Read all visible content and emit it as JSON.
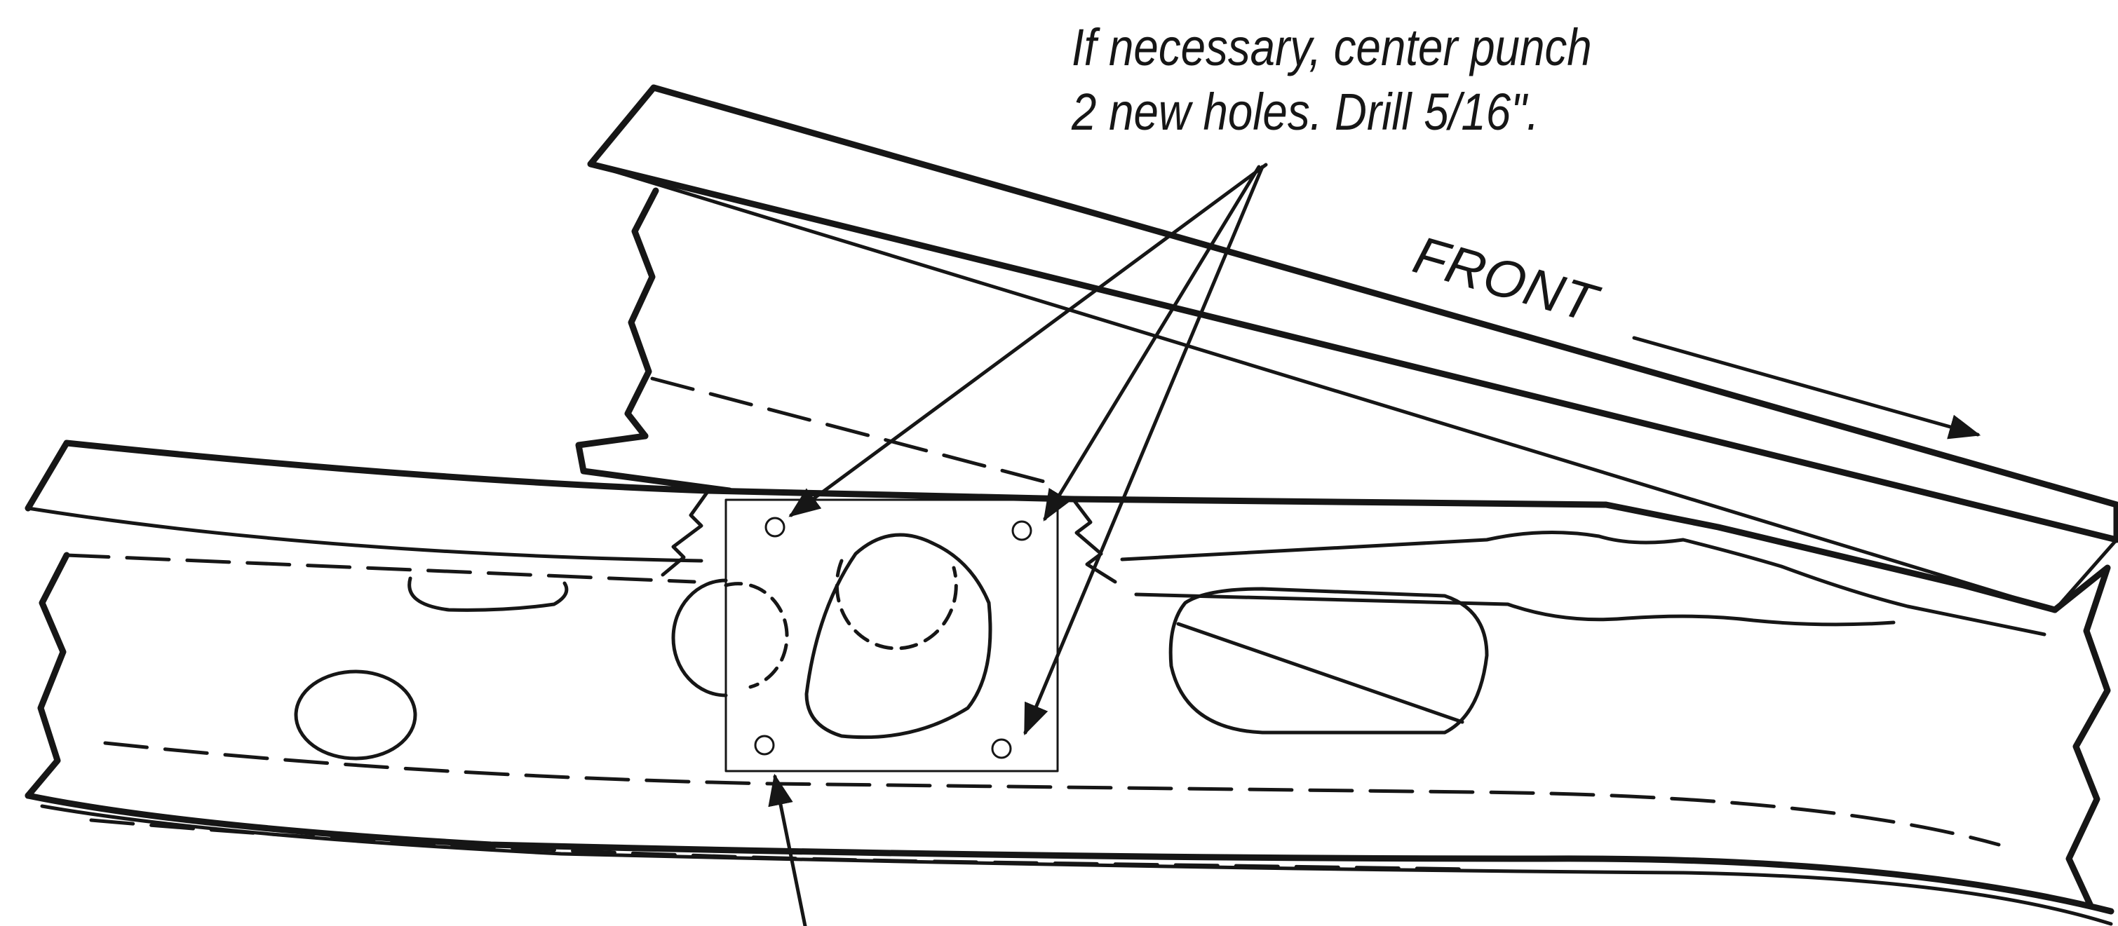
{
  "annotations": {
    "note_line1": "If necessary, center punch",
    "note_line2": "2 new holes. Drill 5/16\".",
    "front": "FRONT"
  },
  "colors": {
    "ink": "#161616",
    "paper": "#ffffff"
  }
}
